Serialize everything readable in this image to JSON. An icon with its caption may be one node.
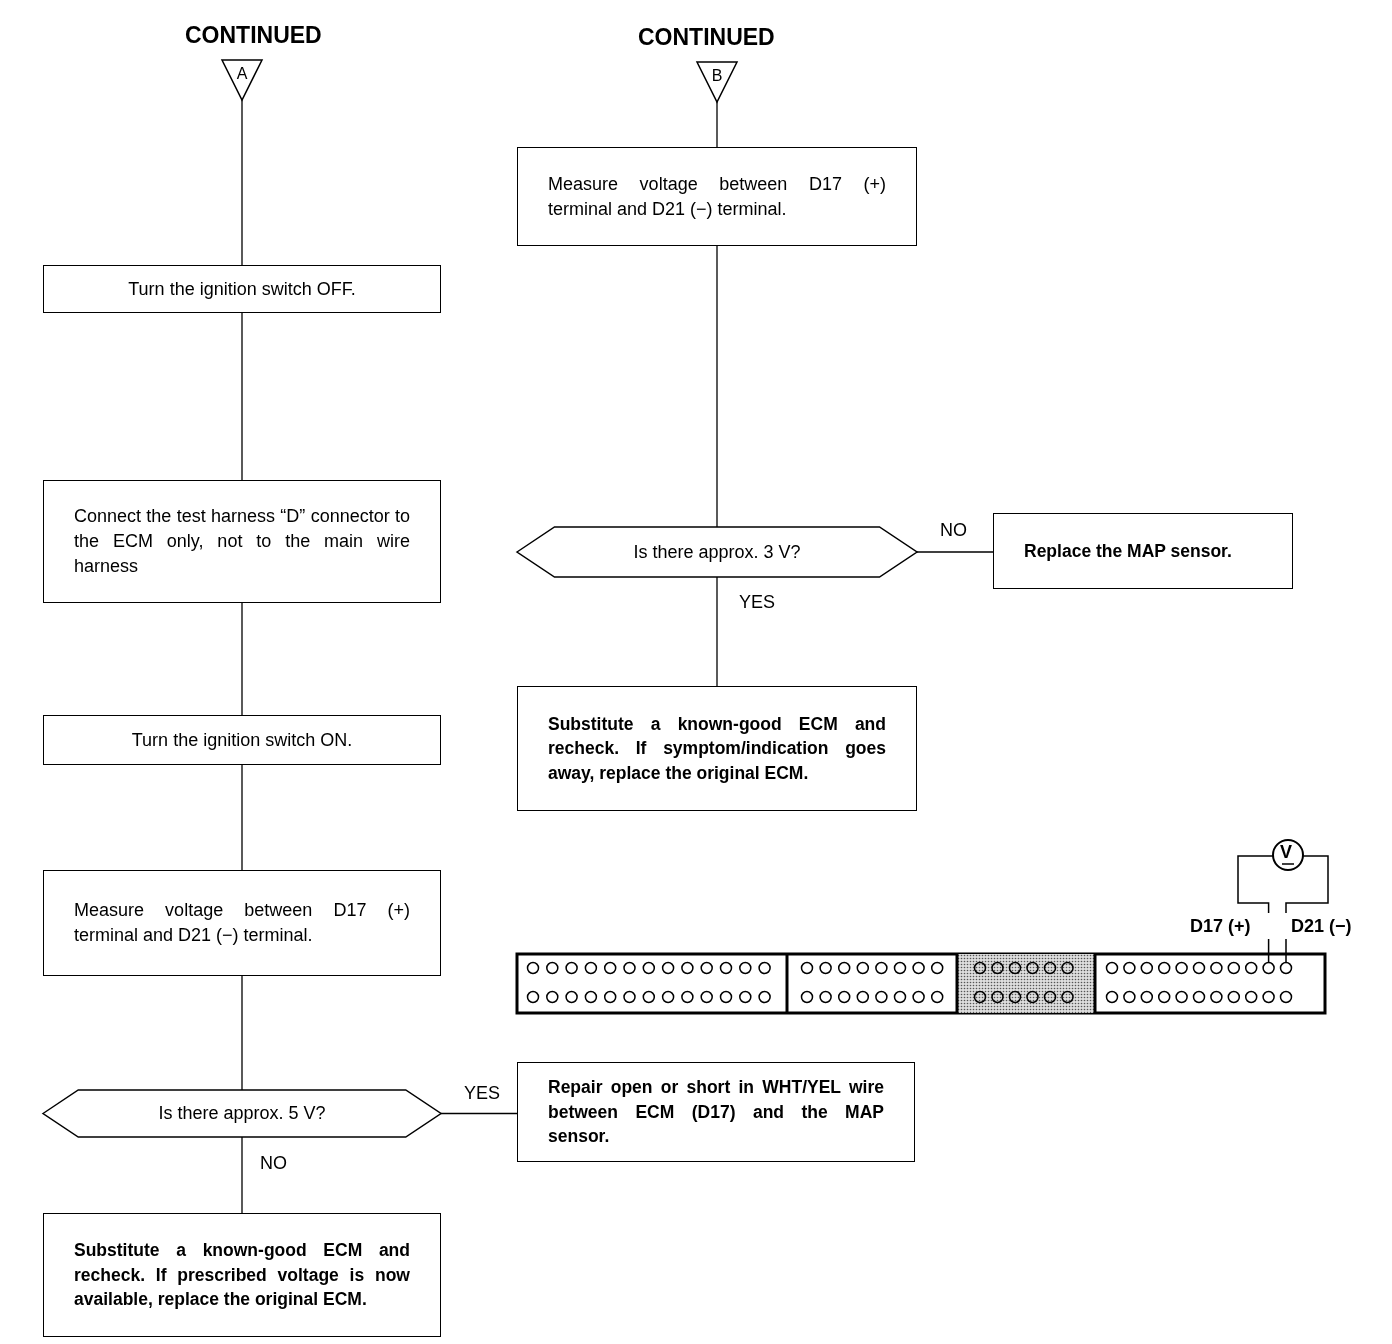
{
  "diagram": {
    "nodes": [
      {
        "text": [
          "A"
        ],
        "beside": [
          "CONTINUED"
        ]
      },
      {
        "text": [
          "Turn the ignition switch OFF."
        ]
      },
      {
        "text": [
          "Connect the test harness “D” connector to the ECM only, not to the main wire harness"
        ]
      },
      {
        "text": [
          "Turn the ignition switch ON."
        ]
      },
      {
        "text": [
          "Measure voltage between D17 (+) terminal and D21 (−) terminal."
        ]
      },
      {
        "text": [
          "Is there approx. 5 V?"
        ]
      },
      {
        "text": [
          "Substitute a known-good ECM and recheck. If prescribed voltage is now available, replace the original ECM."
        ]
      },
      {
        "text": [
          "Repair open or short in WHT/YEL wire between ECM (D17) and the MAP sensor."
        ]
      },
      {
        "text": [
          "B"
        ],
        "beside": [
          "CONTINUED"
        ]
      },
      {
        "text": [
          "Measure voltage between D17 (+) terminal and D21 (−) terminal."
        ]
      },
      {
        "text": [
          "Is there approx. 3 V?"
        ]
      },
      {
        "text": [
          "Replace the MAP sensor."
        ]
      },
      {
        "text": [
          "Substitute a known-good ECM and recheck. If symptom/indication goes away, replace the original ECM."
        ]
      }
    ],
    "edges": [
      {
        "from": 0,
        "to": 1,
        "arrow": "none"
      },
      {
        "from": 1,
        "to": 2,
        "arrow": "none"
      },
      {
        "from": 2,
        "to": 3,
        "arrow": "none"
      },
      {
        "from": 3,
        "to": 4,
        "arrow": "none"
      },
      {
        "from": 4,
        "to": 5,
        "arrow": "none"
      },
      {
        "from": 5,
        "to": 7,
        "arrow": "none",
        "label": "YES"
      },
      {
        "from": 5,
        "to": 6,
        "arrow": "none",
        "label": "NO"
      },
      {
        "from": 8,
        "to": 9,
        "arrow": "none"
      },
      {
        "from": 9,
        "to": 10,
        "arrow": "none"
      },
      {
        "from": 10,
        "to": 11,
        "arrow": "none",
        "label": "NO"
      },
      {
        "from": 10,
        "to": 12,
        "arrow": "none",
        "label": "YES"
      }
    ],
    "labels": [
      "V",
      "D17 (+)",
      "D21 (−)"
    ]
  }
}
